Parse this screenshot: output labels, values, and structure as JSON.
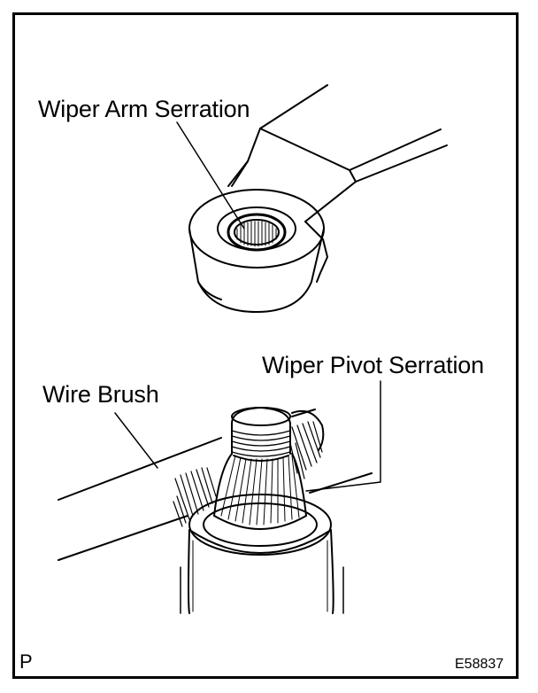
{
  "labels": {
    "arm_serration": "Wiper Arm Serration",
    "pivot_serration": "Wiper Pivot Serration",
    "wire_brush": "Wire Brush"
  },
  "corner": {
    "section": "P",
    "figure_id": "E58837"
  }
}
